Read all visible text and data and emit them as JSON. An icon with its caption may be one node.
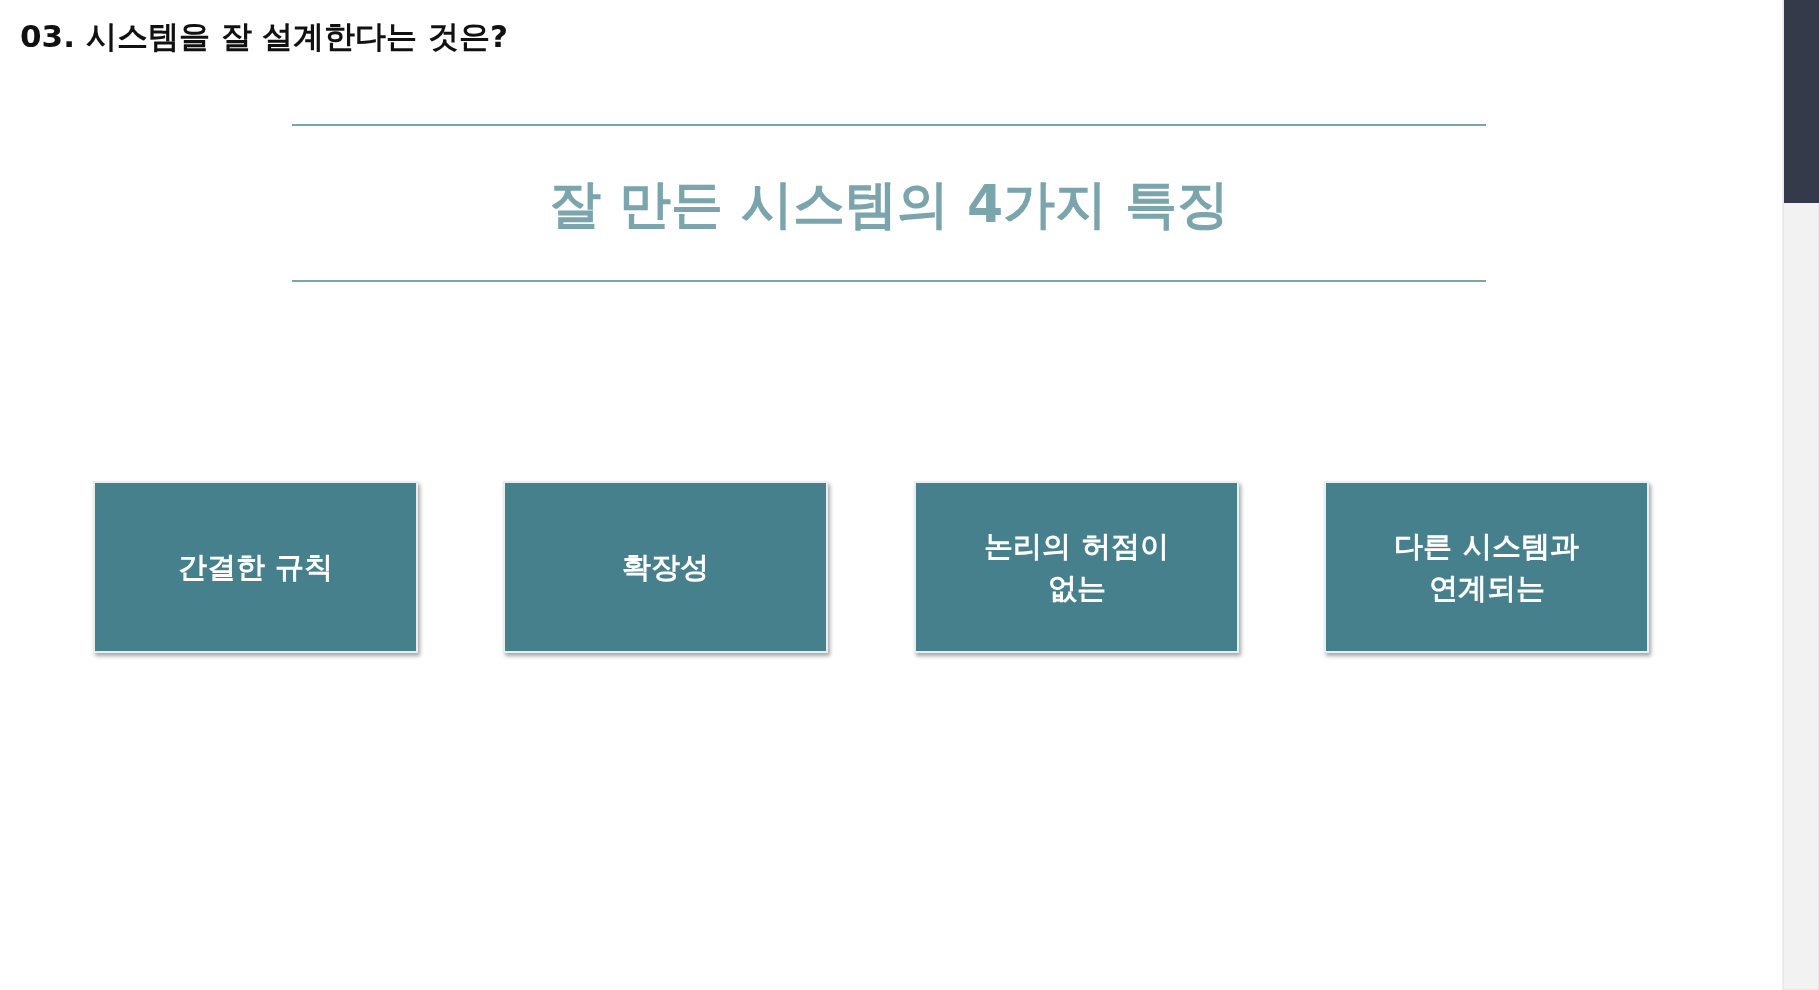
{
  "diagram": {
    "title": "03. 시스템을 잘 설계한다는 것은?",
    "nodes": [
      {
        "text": [
          "간결한 규칙"
        ]
      },
      {
        "text": [
          "확장성"
        ]
      },
      {
        "text": [
          "논리의 허점이 없는"
        ]
      },
      {
        "text": [
          "다른 시스템과 연계되는"
        ]
      }
    ],
    "labels": [
      "잘 만든 시스템의 **4**가지 특징"
    ]
  }
}
